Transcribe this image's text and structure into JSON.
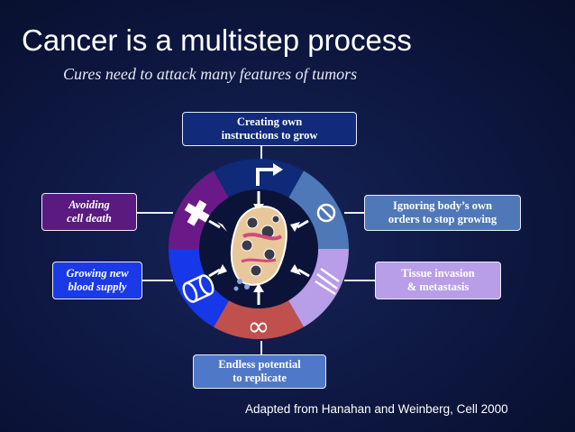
{
  "slide": {
    "title": "Cancer is a multistep process",
    "subtitle": "Cures need to attack many features of tumors",
    "credit": "Adapted from Hanahan and Weinberg, Cell 2000"
  },
  "hallmarks": {
    "top": "Creating own instructions to grow",
    "top_line1": "Creating own",
    "top_line2": "instructions to grow",
    "left_upper_line1": "Avoiding",
    "left_upper_line2": "cell death",
    "left_lower_line1": "Growing new",
    "left_lower_line2": "blood supply",
    "right_upper_line1": "Ignoring body’s own",
    "right_upper_line2": "orders to stop growing",
    "right_lower_line1": "Tissue invasion",
    "right_lower_line2": "& metastasis",
    "bottom_line1": "Endless potential",
    "bottom_line2": "to replicate"
  },
  "colors": {
    "top_segment": "#0e2a78",
    "right_upper_segment": "#4f78b8",
    "right_lower_segment": "#b89de8",
    "bottom_segment": "#c0504d",
    "left_lower_segment": "#1638e8",
    "left_upper_segment": "#6a1a88"
  },
  "icons": [
    "arrow-turn-icon",
    "no-sign-icon",
    "claw-marks-icon",
    "infinity-icon",
    "cylinder-icon",
    "cross-icon",
    "tumor-cell-icon"
  ]
}
